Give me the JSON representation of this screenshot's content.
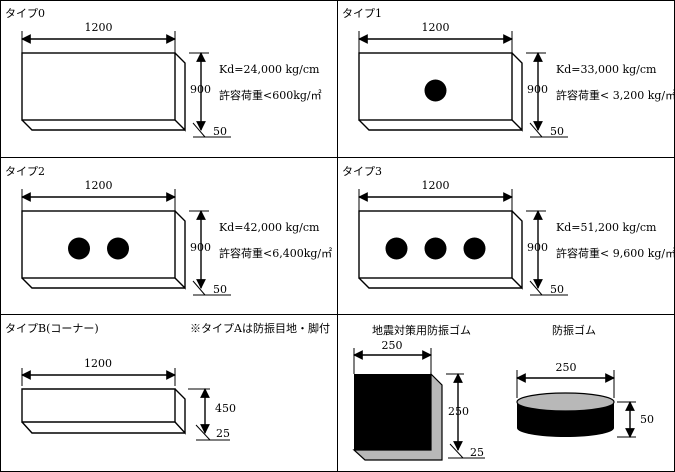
{
  "panels": [
    {
      "id": "type0",
      "title": "タイプ0",
      "width_label": "1200",
      "height_label": "900",
      "depth_label": "50",
      "kd": "Kd=24,000 kg/cm",
      "allow": "許容荷重<600kg/㎡",
      "holes": 0
    },
    {
      "id": "type1",
      "title": "タイプ1",
      "width_label": "1200",
      "height_label": "900",
      "depth_label": "50",
      "kd": "Kd=33,000 kg/cm",
      "allow": "許容荷重< 3,200 kg/㎡",
      "holes": 1
    },
    {
      "id": "type2",
      "title": "タイプ2",
      "width_label": "1200",
      "height_label": "900",
      "depth_label": "50",
      "kd": "Kd=42,000 kg/cm",
      "allow": "許容荷重<6,400kg/㎡",
      "holes": 2
    },
    {
      "id": "type3",
      "title": "タイプ3",
      "width_label": "1200",
      "height_label": "900",
      "depth_label": "50",
      "kd": "Kd=51,200 kg/cm",
      "allow": "許容荷重< 9,600 kg/㎡",
      "holes": 3
    }
  ],
  "typeB": {
    "title": "タイプB(コーナー)",
    "note": "※タイプAは防振目地・脚付",
    "width_label": "1200",
    "height_label": "450",
    "depth_label": "25"
  },
  "rubber": {
    "seismic_title": "地震対策用防振ゴム",
    "seismic_width": "250",
    "seismic_height": "250",
    "seismic_depth": "25",
    "vib_title": "防振ゴム",
    "vib_width": "250",
    "vib_height": "50"
  }
}
